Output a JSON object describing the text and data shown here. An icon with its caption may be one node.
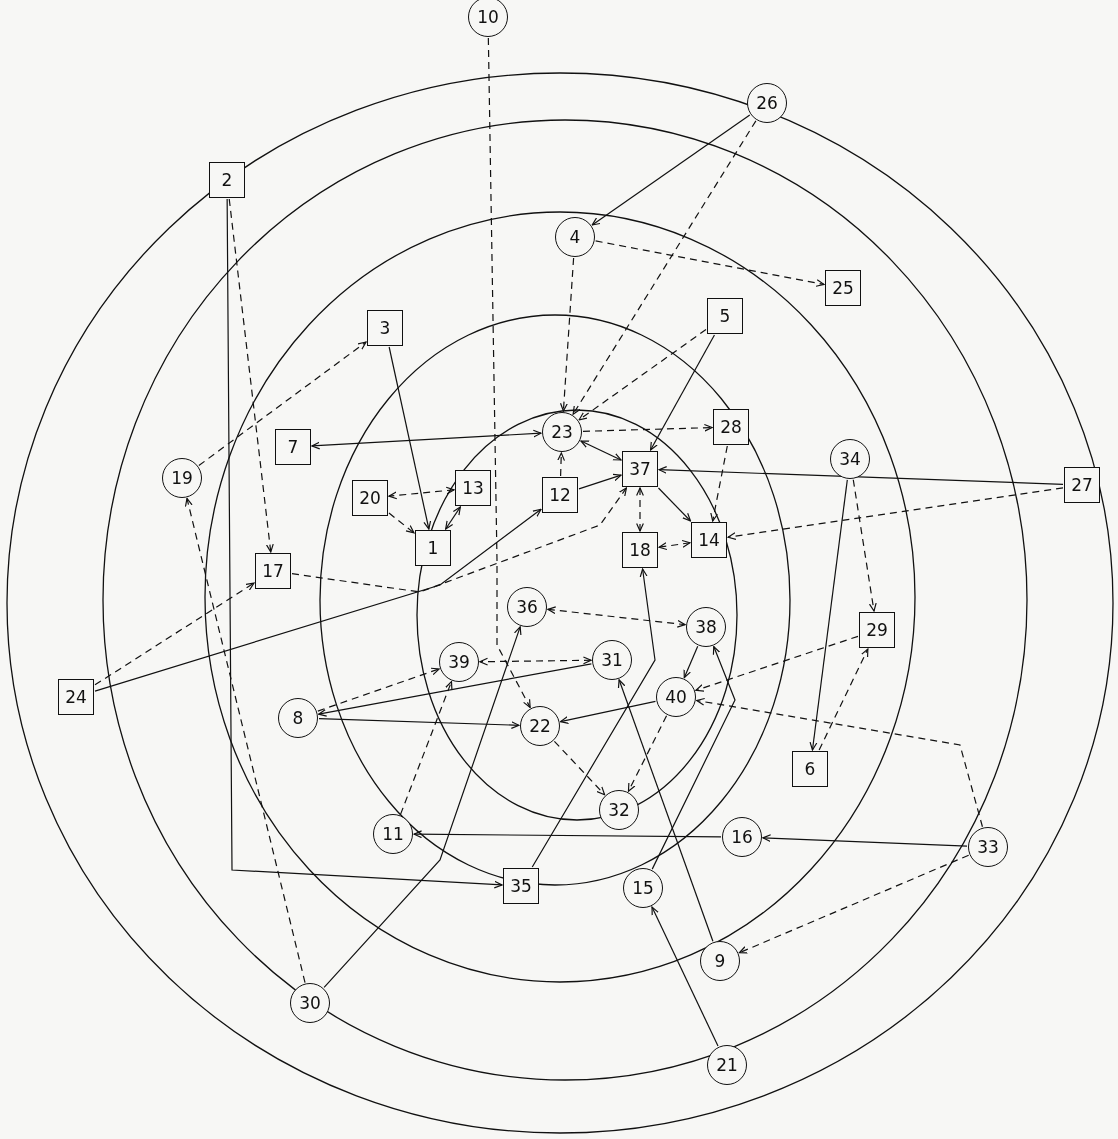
{
  "diagram": {
    "nodes": [
      {
        "text": [
          "1"
        ]
      },
      {
        "text": [
          "2"
        ]
      },
      {
        "text": [
          "3"
        ]
      },
      {
        "text": [
          "4"
        ]
      },
      {
        "text": [
          "5"
        ]
      },
      {
        "text": [
          "6"
        ]
      },
      {
        "text": [
          "7"
        ]
      },
      {
        "text": [
          "8"
        ]
      },
      {
        "text": [
          "9"
        ]
      },
      {
        "text": [
          "10"
        ]
      },
      {
        "text": [
          "11"
        ]
      },
      {
        "text": [
          "12"
        ]
      },
      {
        "text": [
          "13"
        ]
      },
      {
        "text": [
          "14"
        ]
      },
      {
        "text": [
          "15"
        ]
      },
      {
        "text": [
          "16"
        ]
      },
      {
        "text": [
          "17"
        ]
      },
      {
        "text": [
          "18"
        ]
      },
      {
        "text": [
          "19"
        ]
      },
      {
        "text": [
          "20"
        ]
      },
      {
        "text": [
          "21"
        ]
      },
      {
        "text": [
          "22"
        ]
      },
      {
        "text": [
          "23"
        ]
      },
      {
        "text": [
          "24"
        ]
      },
      {
        "text": [
          "25"
        ]
      },
      {
        "text": [
          "26"
        ]
      },
      {
        "text": [
          "27"
        ]
      },
      {
        "text": [
          "28"
        ]
      },
      {
        "text": [
          "29"
        ]
      },
      {
        "text": [
          "30"
        ]
      },
      {
        "text": [
          "31"
        ]
      },
      {
        "text": [
          "32"
        ]
      },
      {
        "text": [
          "33"
        ]
      },
      {
        "text": [
          "34"
        ]
      },
      {
        "text": [
          "35"
        ]
      },
      {
        "text": [
          "36"
        ]
      },
      {
        "text": [
          "37"
        ]
      },
      {
        "text": [
          "38"
        ]
      },
      {
        "text": [
          "39"
        ]
      },
      {
        "text": [
          "40"
        ]
      }
    ],
    "edges": [
      {
        "from": 25,
        "to": 3,
        "arrow": "to"
      },
      {
        "from": 3,
        "to": 22,
        "arrow": "to",
        "style": "dashed"
      },
      {
        "from": 3,
        "to": 24,
        "arrow": "to",
        "style": "dashed"
      },
      {
        "from": 25,
        "to": 22,
        "arrow": "to",
        "style": "dashed"
      },
      {
        "from": 4,
        "to": 22,
        "arrow": "to",
        "style": "dashed"
      },
      {
        "from": 4,
        "to": 36,
        "arrow": "to"
      },
      {
        "from": 2,
        "to": 0,
        "arrow": "to"
      },
      {
        "from": 18,
        "to": 2,
        "arrow": "to",
        "style": "dashed"
      },
      {
        "from": 6,
        "to": 22,
        "arrow": "both"
      },
      {
        "from": 12,
        "to": 19,
        "arrow": "both",
        "style": "dashed"
      },
      {
        "from": 12,
        "to": 0,
        "arrow": "both"
      },
      {
        "from": 19,
        "to": 0,
        "arrow": "to",
        "style": "dashed"
      },
      {
        "from": 16,
        "to": 36,
        "arrow": "to",
        "style": "dashed"
      },
      {
        "from": 1,
        "to": 16,
        "arrow": "to",
        "style": "dashed"
      },
      {
        "from": 23,
        "to": 16,
        "arrow": "to",
        "style": "dashed"
      },
      {
        "from": 23,
        "to": 11,
        "arrow": "to"
      },
      {
        "from": 11,
        "to": 22,
        "arrow": "to",
        "style": "dashed"
      },
      {
        "from": 11,
        "to": 36,
        "arrow": "to"
      },
      {
        "from": 22,
        "to": 36,
        "arrow": "both"
      },
      {
        "from": 22,
        "to": 27,
        "arrow": "to",
        "style": "dashed"
      },
      {
        "from": 36,
        "to": 17,
        "arrow": "both",
        "style": "dashed"
      },
      {
        "from": 36,
        "to": 13,
        "arrow": "to"
      },
      {
        "from": 26,
        "to": 13,
        "arrow": "to",
        "style": "dashed"
      },
      {
        "from": 26,
        "to": 36,
        "arrow": "to"
      },
      {
        "from": 27,
        "to": 13,
        "arrow": "to",
        "style": "dashed"
      },
      {
        "from": 13,
        "to": 17,
        "arrow": "both",
        "style": "dashed"
      },
      {
        "from": 33,
        "to": 28,
        "arrow": "to",
        "style": "dashed"
      },
      {
        "from": 33,
        "to": 5,
        "arrow": "to"
      },
      {
        "from": 5,
        "to": 28,
        "arrow": "to",
        "style": "dashed"
      },
      {
        "from": 28,
        "to": 39,
        "arrow": "to",
        "style": "dashed"
      },
      {
        "from": 35,
        "to": 37,
        "arrow": "both",
        "style": "dashed"
      },
      {
        "from": 37,
        "to": 39,
        "arrow": "to"
      },
      {
        "from": 30,
        "to": 38,
        "arrow": "both",
        "style": "dashed"
      },
      {
        "from": 30,
        "to": 7,
        "arrow": "to"
      },
      {
        "from": 7,
        "to": 21,
        "arrow": "to"
      },
      {
        "from": 7,
        "to": 38,
        "arrow": "to",
        "style": "dashed"
      },
      {
        "from": 39,
        "to": 21,
        "arrow": "to"
      },
      {
        "from": 39,
        "to": 31,
        "arrow": "to",
        "style": "dashed"
      },
      {
        "from": 21,
        "to": 31,
        "arrow": "to",
        "style": "dashed"
      },
      {
        "from": 15,
        "to": 10,
        "arrow": "to"
      },
      {
        "from": 32,
        "to": 15,
        "arrow": "to"
      },
      {
        "from": 32,
        "to": 39,
        "arrow": "to",
        "style": "dashed"
      },
      {
        "from": 20,
        "to": 14,
        "arrow": "to"
      },
      {
        "from": 8,
        "to": 30,
        "arrow": "to"
      },
      {
        "from": 34,
        "to": 17,
        "arrow": "to"
      },
      {
        "from": 29,
        "to": 35,
        "arrow": "to"
      },
      {
        "from": 29,
        "to": 18,
        "arrow": "to",
        "style": "dashed"
      },
      {
        "from": 9,
        "to": 21,
        "arrow": "to",
        "style": "dashed"
      },
      {
        "from": 1,
        "to": 34,
        "arrow": "to"
      },
      {
        "from": 14,
        "to": 37,
        "arrow": "to"
      },
      {
        "from": 10,
        "to": 38,
        "arrow": "to",
        "style": "dashed"
      },
      {
        "from": 32,
        "to": 8,
        "arrow": "to",
        "style": "dashed"
      }
    ]
  }
}
